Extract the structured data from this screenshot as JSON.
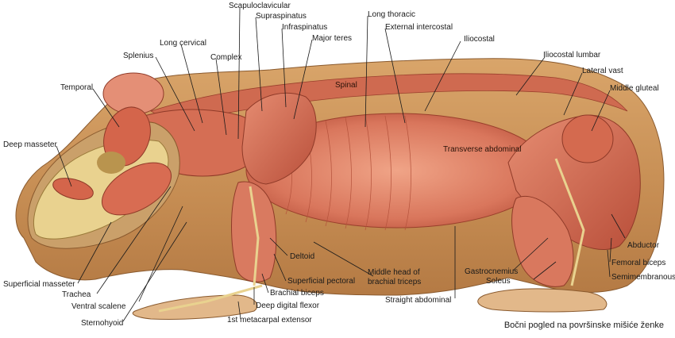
{
  "caption": "Bočni pogled na površinske mišiće ženke",
  "labels": {
    "scapuloclavicular": "Scapuloclavicular",
    "supraspinatus": "Supraspinatus",
    "infraspinatus": "Infraspinatus",
    "major_teres": "Major teres",
    "long_thoracic": "Long thoracic",
    "external_intercostal": "External intercostal",
    "iliocostal": "Iliocostal",
    "iliocostal_lumbar": "Iliocostal lumbar",
    "lateral_vast": "Lateral vast",
    "middle_gluteal": "Middle gluteal",
    "long_cervical": "Long cervical",
    "splenius": "Splenius",
    "complex": "Complex",
    "temporal": "Temporal",
    "spinal": "Spinal",
    "transverse_abdominal": "Transverse abdominal",
    "deep_masseter": "Deep masseter",
    "abductor": "Abductor",
    "femoral_biceps": "Femoral biceps",
    "semimembranous": "Semimembranous",
    "soleus": "Soleus",
    "gastrocnemius": "Gastrocnemius",
    "straight_abdominal": "Straight abdominal",
    "middle_head_line1": "Middle head of",
    "middle_head_line2": "brachial triceps",
    "deltoid": "Deltoid",
    "superficial_pectoral": "Superficial pectoral",
    "brachial_biceps": "Brachial biceps",
    "deep_digital_flexor": "Deep digital flexor",
    "first_metacarpal_extensor": "1st metacarpal extensor",
    "superficial_masseter": "Superficial masseter",
    "trachea": "Trachea",
    "ventral_scalene": "Ventral scalene",
    "sternohyoid": "Sternohyoid"
  },
  "colors": {
    "fur": "#c58c52",
    "fur_dark": "#a8703a",
    "muscle": "#d8735a",
    "muscle_dark": "#b04a35",
    "muscle_light": "#ec9c82",
    "bone": "#e9d28f"
  }
}
